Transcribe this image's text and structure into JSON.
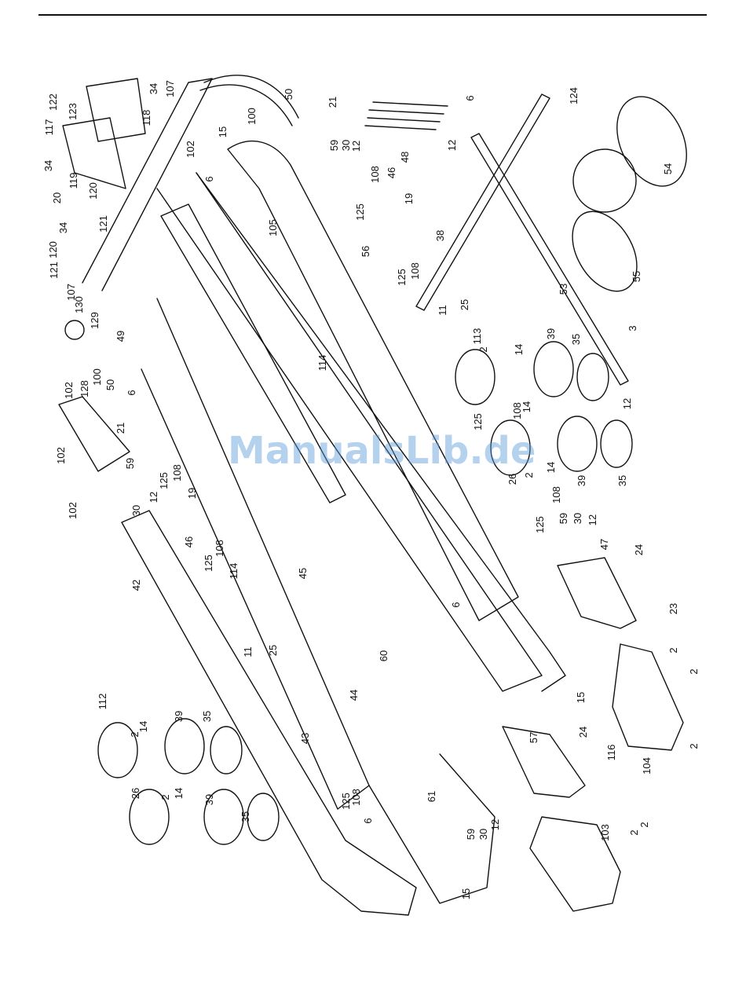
{
  "watermark": "ManualsLib.de",
  "part_numbers": [
    "2",
    "3",
    "6",
    "11",
    "12",
    "14",
    "15",
    "19",
    "20",
    "21",
    "23",
    "24",
    "25",
    "26",
    "30",
    "34",
    "35",
    "38",
    "39",
    "42",
    "43",
    "44",
    "45",
    "46",
    "47",
    "48",
    "49",
    "50",
    "53",
    "54",
    "55",
    "56",
    "57",
    "59",
    "60",
    "61",
    "100",
    "102",
    "103",
    "104",
    "105",
    "107",
    "108",
    "112",
    "113",
    "114",
    "116",
    "117",
    "118",
    "119",
    "120",
    "121",
    "122",
    "123",
    "124",
    "125",
    "128",
    "129",
    "130"
  ],
  "colors": {
    "line": "#111111",
    "watermark": "#5a9ad8",
    "background": "#ffffff"
  }
}
